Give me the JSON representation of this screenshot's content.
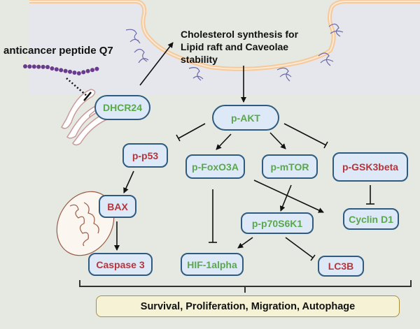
{
  "title_labels": {
    "peptide": "anticancer peptide Q7",
    "cholesterol_line1": "Cholesterol synthesis for",
    "cholesterol_line2": "Lipid raft and Caveolae",
    "cholesterol_line3": "stability"
  },
  "nodes": {
    "dhcr24": {
      "label": "DHCR24",
      "color": "green"
    },
    "pakt": {
      "label": "p-AKT",
      "color": "green"
    },
    "pp53": {
      "label": "p-p53",
      "color": "red"
    },
    "pfoxo3a": {
      "label": "p-FoxO3A",
      "color": "green"
    },
    "pmtor": {
      "label": "p-mTOR",
      "color": "green"
    },
    "pgsk3beta": {
      "label": "p-GSK3beta",
      "color": "red"
    },
    "bax": {
      "label": "BAX",
      "color": "red"
    },
    "pp70s6k1": {
      "label": "p-p70S6K1",
      "color": "green"
    },
    "cyclind1": {
      "label": "Cyclin D1",
      "color": "green"
    },
    "caspase3": {
      "label": "Caspase 3",
      "color": "red"
    },
    "hif1alpha": {
      "label": "HIF-1alpha",
      "color": "green"
    },
    "lc3b": {
      "label": "LC3B",
      "color": "red"
    }
  },
  "outcome": "Survival, Proliferation, Migration, Autophage",
  "edges": [
    {
      "from": "peptide",
      "to": "dhcr24",
      "type": "inhibit-dotted"
    },
    {
      "from": "dhcr24",
      "to": "cholesterol",
      "type": "activate"
    },
    {
      "from": "cholesterol",
      "to": "pakt",
      "type": "activate"
    },
    {
      "from": "pakt",
      "to": "pp53",
      "type": "inhibit"
    },
    {
      "from": "pakt",
      "to": "pfoxo3a",
      "type": "activate"
    },
    {
      "from": "pakt",
      "to": "pmtor",
      "type": "activate"
    },
    {
      "from": "pakt",
      "to": "pgsk3beta",
      "type": "inhibit"
    },
    {
      "from": "pp53",
      "to": "bax",
      "type": "activate"
    },
    {
      "from": "bax",
      "to": "caspase3",
      "type": "activate"
    },
    {
      "from": "pfoxo3a",
      "to": "hif1alpha",
      "type": "inhibit"
    },
    {
      "from": "pfoxo3a",
      "to": "cyclind1",
      "type": "activate"
    },
    {
      "from": "pmtor",
      "to": "pp70s6k1",
      "type": "activate"
    },
    {
      "from": "pgsk3beta",
      "to": "cyclind1",
      "type": "inhibit"
    },
    {
      "from": "pp70s6k1",
      "to": "hif1alpha",
      "type": "activate"
    },
    {
      "from": "pp70s6k1",
      "to": "lc3b",
      "type": "inhibit"
    }
  ],
  "colors": {
    "background": "#e5e9e2",
    "cell_interior": "#e6e7ec",
    "membrane": "#f5c99a",
    "node_fill": "#dde9f6",
    "node_border": "#2f5b80",
    "green_text": "#5aa84b",
    "red_text": "#b8333a",
    "peptide": "#6a3a8c",
    "outcome_fill": "#f6f2d6",
    "outcome_border": "#a88f3c"
  }
}
